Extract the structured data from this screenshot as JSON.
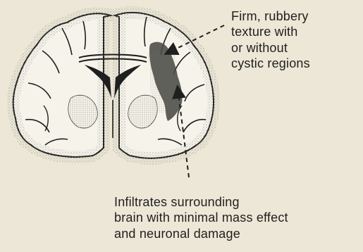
{
  "labels": {
    "texture": {
      "lines": [
        "Firm, rubbery",
        "texture with",
        "or without",
        "cystic regions"
      ]
    },
    "infiltration": {
      "lines": [
        "Infiltrates surrounding",
        "brain with minimal mass effect",
        "and neuronal damage"
      ]
    }
  },
  "colors": {
    "background": "#ece7d6",
    "ink": "#1f1f1f",
    "cortex_stipple": "#7a7a74",
    "tumor": "#4a4a46"
  }
}
